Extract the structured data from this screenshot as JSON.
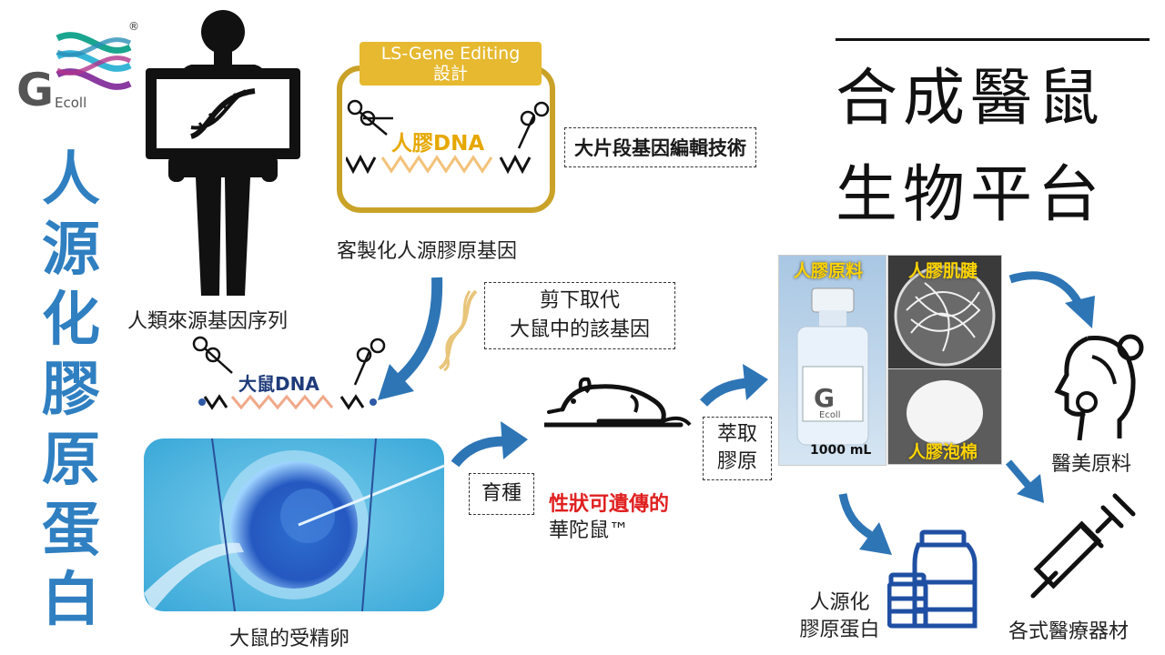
{
  "logo": {
    "letter": "G",
    "subtext": "Ecoll",
    "registered": "®"
  },
  "vertical_title": [
    "人",
    "源",
    "化",
    "膠",
    "原",
    "蛋",
    "白"
  ],
  "main_title": {
    "line1": "合成醫鼠",
    "line2": "生物平台"
  },
  "ls_tab": {
    "line1": "LS-Gene Editing",
    "line2": "設計"
  },
  "labels": {
    "human_dna": "人膠DNA",
    "custom_gene": "客製化人源膠原基因",
    "human_seq": "人類來源基因序列",
    "rat_dna": "大鼠DNA",
    "tech": "大片段基因編輯技術",
    "cut_line1": "剪下取代",
    "cut_line2": "大鼠中的該基因",
    "fertilized_egg": "大鼠的受精卵",
    "breed": "育種",
    "heritable": "性狀可遺傳的",
    "huatuo": "華陀鼠™",
    "extract_line1": "萃取",
    "extract_line2": "膠原",
    "raw_material": "人膠原料",
    "fiber": "人膠肌腱",
    "foam": "人膠泡棉",
    "volume": "1000 mL",
    "aesthetic": "醫美原料",
    "collagen_line1": "人源化",
    "collagen_line2": "膠原蛋白",
    "devices": "各式醫療器材"
  },
  "colors": {
    "title_blue": "#2f7fc1",
    "arrow_blue": "#2e75b6",
    "gold": "#c9a227",
    "red": "#e02020"
  }
}
